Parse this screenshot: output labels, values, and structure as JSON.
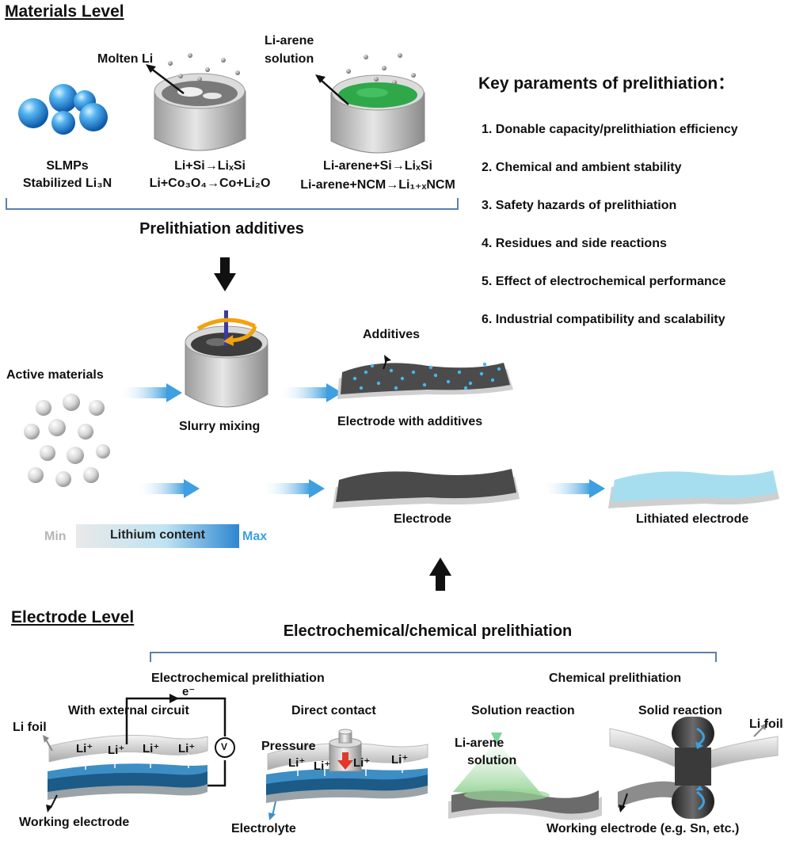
{
  "colors": {
    "accent_blue": "#3f9fe0",
    "bracket_blue": "#5b7fb0",
    "dark_grey": "#4a4a4a",
    "green_solution": "#2fa84a",
    "lithiated_blue": "#9fd8ee"
  },
  "materials": {
    "heading": "Materials Level",
    "molten_li": "Molten Li",
    "li_arene_solution_1": "Li-arene",
    "li_arene_solution_2": "solution",
    "slmps_1": "SLMPs",
    "slmps_2": "Stabilized Li₃N",
    "molten_rxn_1": "Li+Si→LiₓSi",
    "molten_rxn_2": "Li+Co₃O₄→Co+Li₂O",
    "arene_rxn_1": "Li-arene+Si→LiₓSi",
    "arene_rxn_2": "Li-arene+NCM→Li₁₊ₓNCM",
    "additives_title": "Prelithiation additives"
  },
  "key": {
    "title": "Key paraments of prelithiation：",
    "items": [
      "1. Donable capacity/prelithiation efficiency",
      "2. Chemical and ambient stability",
      "3. Safety hazards of prelithiation",
      "4. Residues and side reactions",
      "5. Effect of electrochemical performance",
      "6. Industrial compatibility and scalability"
    ]
  },
  "process": {
    "active_materials": "Active materials",
    "slurry_mixing": "Slurry mixing",
    "additives": "Additives",
    "electrode_with_additives": "Electrode with additives",
    "electrode": "Electrode",
    "lithiated_electrode": "Lithiated electrode",
    "scale_min": "Min",
    "scale_label": "Lithium content",
    "scale_max": "Max"
  },
  "electrode_level": {
    "heading": "Electrode Level",
    "title": "Electrochemical/chemical prelithiation",
    "electrochemical": "Electrochemical prelithiation",
    "chemical": "Chemical prelithiation",
    "external_circuit": "With external circuit",
    "direct_contact": "Direct contact",
    "solution_reaction": "Solution reaction",
    "solid_reaction": "Solid reaction",
    "li_foil": "Li foil",
    "electron": "e⁻",
    "li_ion": "Li⁺",
    "voltmeter": "V",
    "working_electrode": "Working electrode",
    "pressure": "Pressure",
    "electrolyte": "Electrolyte",
    "li_arene_1": "Li-arene",
    "li_arene_2": "solution",
    "li_foil_2": "Li foil",
    "working_electrode_eg": "Working electrode (e.g. Sn, etc.)"
  }
}
